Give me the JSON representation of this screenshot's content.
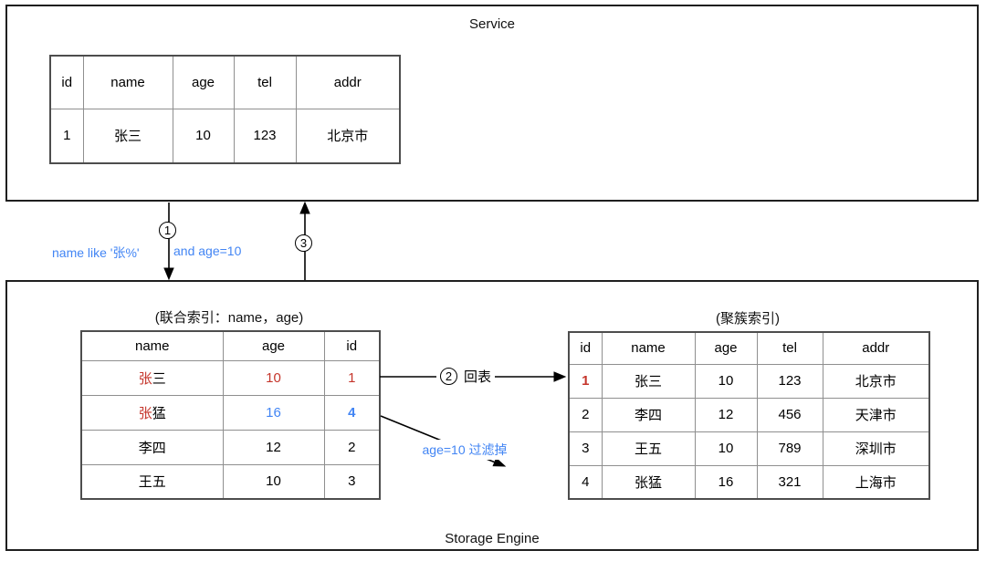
{
  "colors": {
    "red": "#c5352b",
    "blue": "#4285f4",
    "box_border": "#1f1f1f"
  },
  "service": {
    "label": "Service",
    "table": {
      "headers": [
        "id",
        "name",
        "age",
        "tel",
        "addr"
      ],
      "rows": [
        [
          [
            {
              "t": "1"
            }
          ],
          [
            {
              "t": "张三"
            }
          ],
          [
            {
              "t": "10"
            }
          ],
          [
            {
              "t": "123"
            }
          ],
          [
            {
              "t": "北京市"
            }
          ]
        ]
      ]
    }
  },
  "storage": {
    "label": "Storage Engine",
    "composite_index_table": {
      "caption": "(联合索引：name，age)",
      "headers": [
        "name",
        "age",
        "id"
      ],
      "rows": [
        [
          [
            {
              "t": "张",
              "c": "red"
            },
            {
              "t": "三"
            }
          ],
          [
            {
              "t": "10",
              "c": "red"
            }
          ],
          [
            {
              "t": "1",
              "c": "red"
            }
          ]
        ],
        [
          [
            {
              "t": "张",
              "c": "red"
            },
            {
              "t": "猛"
            }
          ],
          [
            {
              "t": "16",
              "c": "blue"
            }
          ],
          [
            {
              "t": "4",
              "c": "blue",
              "b": true
            }
          ]
        ],
        [
          [
            {
              "t": "李四"
            }
          ],
          [
            {
              "t": "12"
            }
          ],
          [
            {
              "t": "2"
            }
          ]
        ],
        [
          [
            {
              "t": "王五"
            }
          ],
          [
            {
              "t": "10"
            }
          ],
          [
            {
              "t": "3"
            }
          ]
        ]
      ]
    },
    "clustered_index_table": {
      "caption": "(聚簇索引)",
      "headers": [
        "id",
        "name",
        "age",
        "tel",
        "addr"
      ],
      "rows": [
        [
          [
            {
              "t": "1",
              "c": "red",
              "b": true
            }
          ],
          [
            {
              "t": "张三"
            }
          ],
          [
            {
              "t": "10"
            }
          ],
          [
            {
              "t": "123"
            }
          ],
          [
            {
              "t": "北京市"
            }
          ]
        ],
        [
          [
            {
              "t": "2"
            }
          ],
          [
            {
              "t": "李四"
            }
          ],
          [
            {
              "t": "12"
            }
          ],
          [
            {
              "t": "456"
            }
          ],
          [
            {
              "t": "天津市"
            }
          ]
        ],
        [
          [
            {
              "t": "3"
            }
          ],
          [
            {
              "t": "王五"
            }
          ],
          [
            {
              "t": "10"
            }
          ],
          [
            {
              "t": "789"
            }
          ],
          [
            {
              "t": "深圳市"
            }
          ]
        ],
        [
          [
            {
              "t": "4"
            }
          ],
          [
            {
              "t": "张猛"
            }
          ],
          [
            {
              "t": "16"
            }
          ],
          [
            {
              "t": "321"
            }
          ],
          [
            {
              "t": "上海市"
            }
          ]
        ]
      ]
    }
  },
  "annotations": {
    "query_left": "name like '张%'",
    "query_right": "and age=10",
    "step1": "1",
    "step2": "2",
    "step3": "3",
    "back_to_table": "回表",
    "filter_out": "age=10 过滤掉"
  }
}
